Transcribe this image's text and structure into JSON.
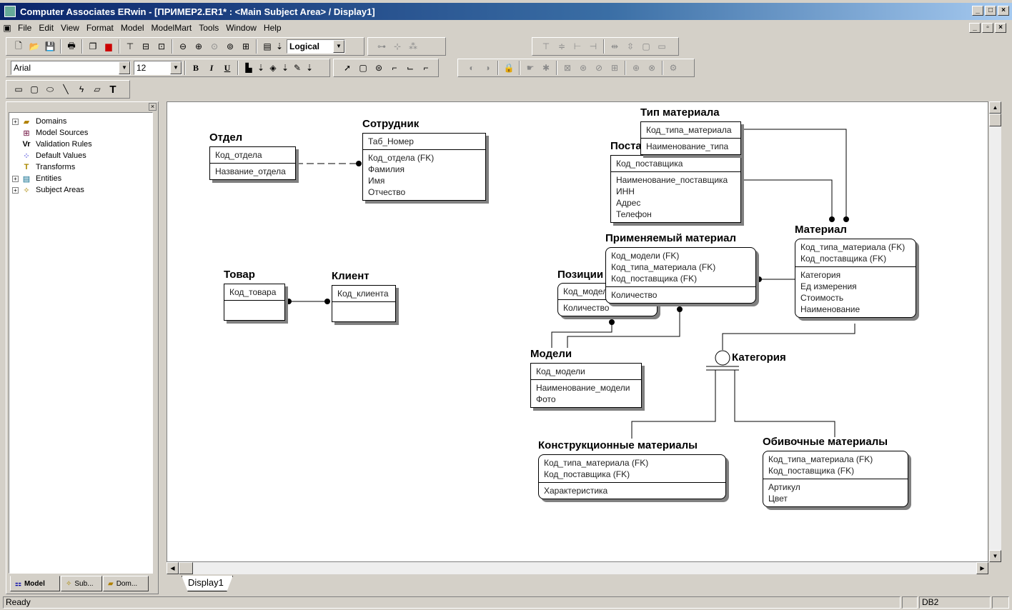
{
  "window": {
    "title": "Computer Associates ERwin - [ПРИМЕР2.ER1* : <Main Subject Area> / Display1]"
  },
  "menu": [
    "File",
    "Edit",
    "View",
    "Format",
    "Model",
    "ModelMart",
    "Tools",
    "Window",
    "Help"
  ],
  "toolbar": {
    "view_mode": "Logical",
    "font": "Arial",
    "font_size": "12",
    "bold": "B",
    "italic": "I",
    "underline": "U"
  },
  "tree": [
    {
      "label": "Domains",
      "expandable": true,
      "icon": "domains-icon"
    },
    {
      "label": "Model Sources",
      "expandable": false,
      "icon": "model-sources-icon"
    },
    {
      "label": "Validation Rules",
      "expandable": false,
      "icon": "validation-rules-icon"
    },
    {
      "label": "Default Values",
      "expandable": false,
      "icon": "default-values-icon"
    },
    {
      "label": "Transforms",
      "expandable": false,
      "icon": "transforms-icon"
    },
    {
      "label": "Entities",
      "expandable": true,
      "icon": "entities-icon"
    },
    {
      "label": "Subject Areas",
      "expandable": true,
      "icon": "subject-areas-icon"
    }
  ],
  "left_tabs": [
    "Model",
    "Sub...",
    "Dom..."
  ],
  "display_tab": "Display1",
  "entities": {
    "otdel": {
      "title": "Отдел",
      "keys": [
        "Код_отдела"
      ],
      "attrs": [
        "Название_отдела"
      ]
    },
    "sotrudnik": {
      "title": "Сотрудник",
      "keys": [
        "Таб_Номер"
      ],
      "attrs": [
        "Код_отдела (FK)",
        "Фамилия",
        "Имя",
        "Отчество"
      ]
    },
    "tovar": {
      "title": "Товар",
      "keys": [
        "Код_товара"
      ],
      "attrs": []
    },
    "klient": {
      "title": "Клиент",
      "keys": [
        "Код_клиента"
      ],
      "attrs": []
    },
    "tip": {
      "title": "Тип материала",
      "keys": [
        "Код_типа_материала"
      ],
      "attrs": [
        "Наименование_типа"
      ]
    },
    "postavshik": {
      "title": "Поставщик",
      "keys": [
        "Код_поставщика"
      ],
      "attrs": [
        "Наименование_поставщика",
        "ИНН",
        "Адрес",
        "Телефон"
      ]
    },
    "pozicii": {
      "title": "Позиции",
      "keys": [
        "Код_модели"
      ],
      "attrs": [
        "Количество"
      ]
    },
    "primenyaemyi": {
      "title": "Применяемый материал",
      "keys": [
        "Код_модели (FK)",
        "Код_типа_материала (FK)",
        "Код_поставщика (FK)"
      ],
      "attrs": [
        "Количество"
      ]
    },
    "material": {
      "title": "Материал",
      "keys": [
        "Код_типа_материала (FK)",
        "Код_поставщика (FK)"
      ],
      "attrs": [
        "Категория",
        "Ед измерения",
        "Стоимость",
        "Наименование"
      ]
    },
    "modeli": {
      "title": "Модели",
      "keys": [
        "Код_модели"
      ],
      "attrs": [
        "Наименование_модели",
        "Фото"
      ]
    },
    "konstr": {
      "title": "Конструкционные материалы",
      "keys": [
        "Код_типа_материала (FK)",
        "Код_поставщика (FK)"
      ],
      "attrs": [
        "Характеристика"
      ]
    },
    "obiv": {
      "title": "Обивочные материалы",
      "keys": [
        "Код_типа_материала (FK)",
        "Код_поставщика (FK)"
      ],
      "attrs": [
        "Артикул",
        "Цвет"
      ]
    }
  },
  "category_label": "Категория",
  "status": {
    "text": "Ready",
    "db": "DB2"
  }
}
